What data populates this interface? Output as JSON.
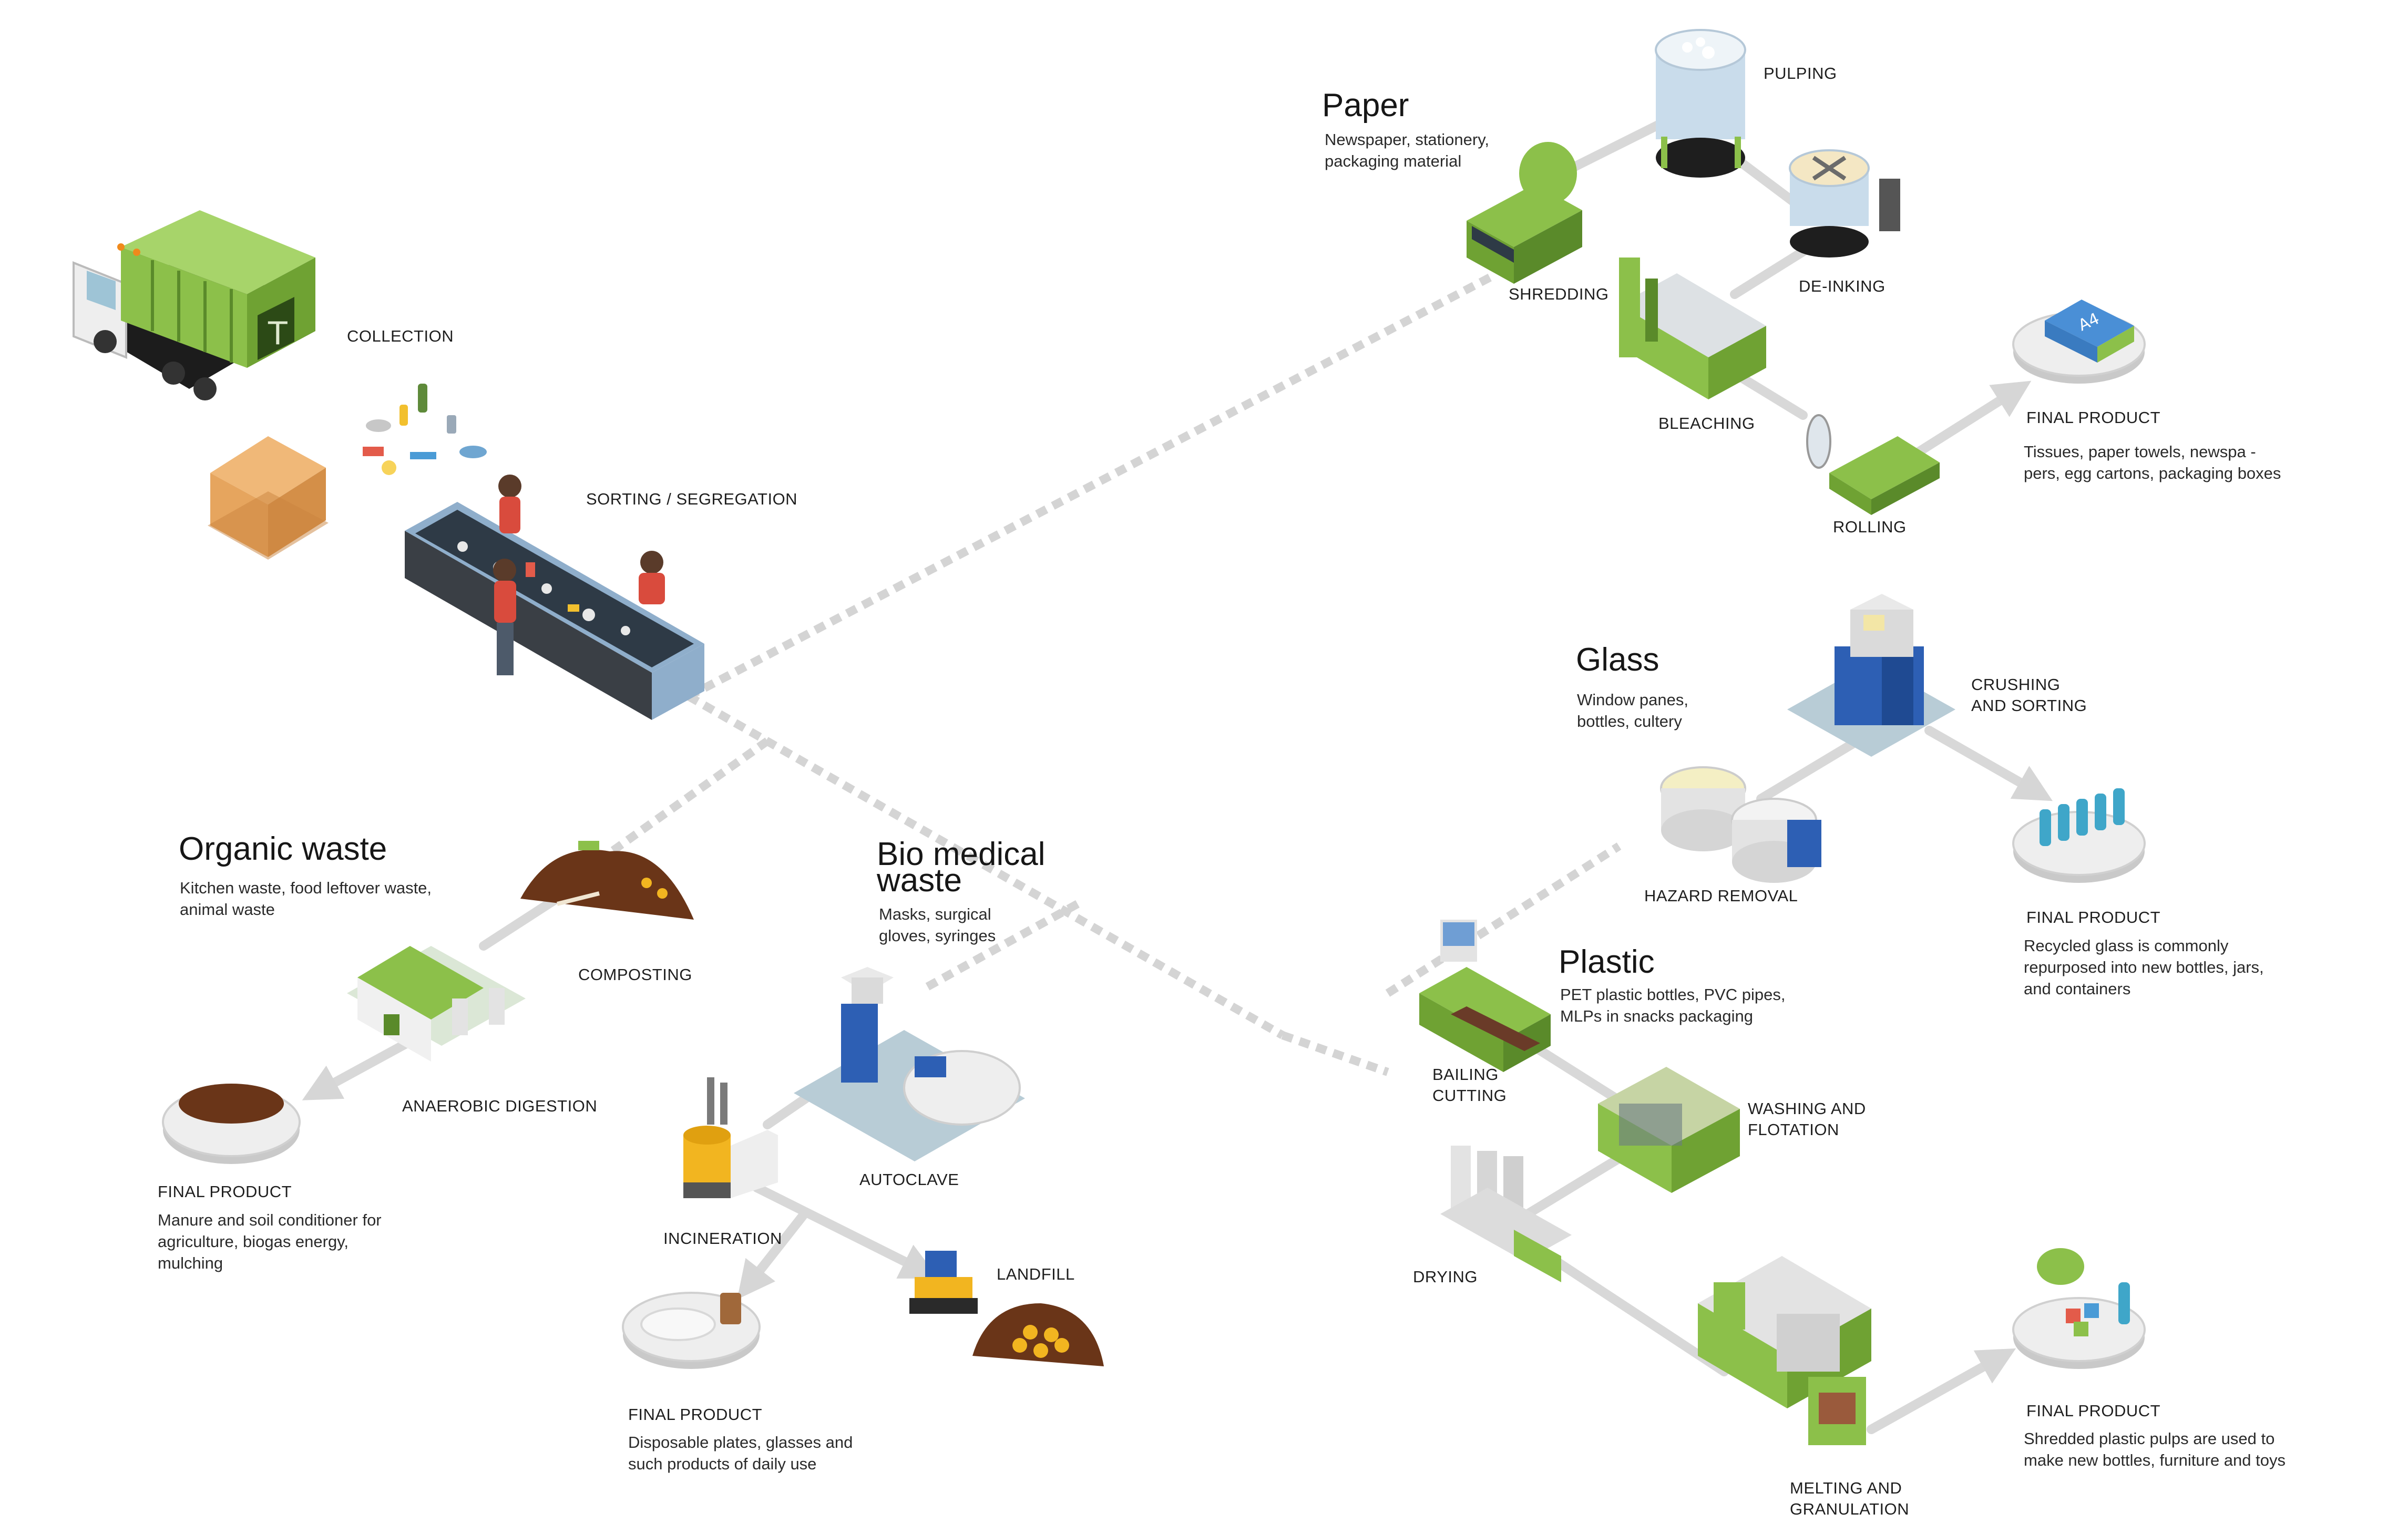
{
  "colors": {
    "accent_green": "#8cc04a",
    "dark_green": "#5a8a2a",
    "connector_gray": "#d8d8d8",
    "belt_blue": "#7fa3c2",
    "plate_gray": "#e9e9e9",
    "machine_blue": "#2d5fb4"
  },
  "stages": {
    "collection": "COLLECTION",
    "sorting": "SORTING / SEGREGATION"
  },
  "paper": {
    "title": "Paper",
    "subtitle": "Newspaper, stationery, packaging material",
    "steps": {
      "shredding": "SHREDDING",
      "pulping": "PULPING",
      "de_inking": "DE-INKING",
      "bleaching": "BLEACHING",
      "rolling": "ROLLING"
    },
    "final_label": "FINAL PRODUCT",
    "final_desc": "Tissues, paper towels, newspa - pers, egg cartons, packaging boxes"
  },
  "glass": {
    "title": "Glass",
    "subtitle": "Window panes, bottles, cultery",
    "steps": {
      "hazard_removal": "HAZARD REMOVAL",
      "crushing_line1": "CRUSHING",
      "crushing_line2": "AND SORTING"
    },
    "final_label": "FINAL PRODUCT",
    "final_desc": "Recycled glass is commonly repurposed into new bottles, jars, and containers"
  },
  "plastic": {
    "title": "Plastic",
    "subtitle": "PET plastic bottles, PVC pipes, MLPs in snacks packaging",
    "steps": {
      "bailing_line1": "BAILING",
      "bailing_line2": "CUTTING",
      "washing_line1": "WASHING AND",
      "washing_line2": "FLOTATION",
      "drying": "DRYING",
      "melting_line1": "MELTING AND",
      "melting_line2": "GRANULATION"
    },
    "final_label": "FINAL PRODUCT",
    "final_desc": "Shredded plastic pulps are used to make new bottles, furniture and toys"
  },
  "organic": {
    "title": "Organic waste",
    "subtitle": "Kitchen waste, food leftover waste, animal waste",
    "steps": {
      "composting": "COMPOSTING",
      "anaerobic": "ANAEROBIC DIGESTION"
    },
    "final_label": "FINAL PRODUCT",
    "final_desc": "Manure and soil conditioner for agriculture, biogas energy, mulching"
  },
  "biomedical": {
    "title_line1": "Bio medical",
    "title_line2": "waste",
    "subtitle": "Masks, surgical gloves, syringes",
    "steps": {
      "autoclave": "AUTOCLAVE",
      "incineration": "INCINERATION",
      "landfill": "LANDFILL"
    },
    "final_label": "FINAL PRODUCT",
    "final_desc": "Disposable plates, glasses and such products of daily use"
  }
}
